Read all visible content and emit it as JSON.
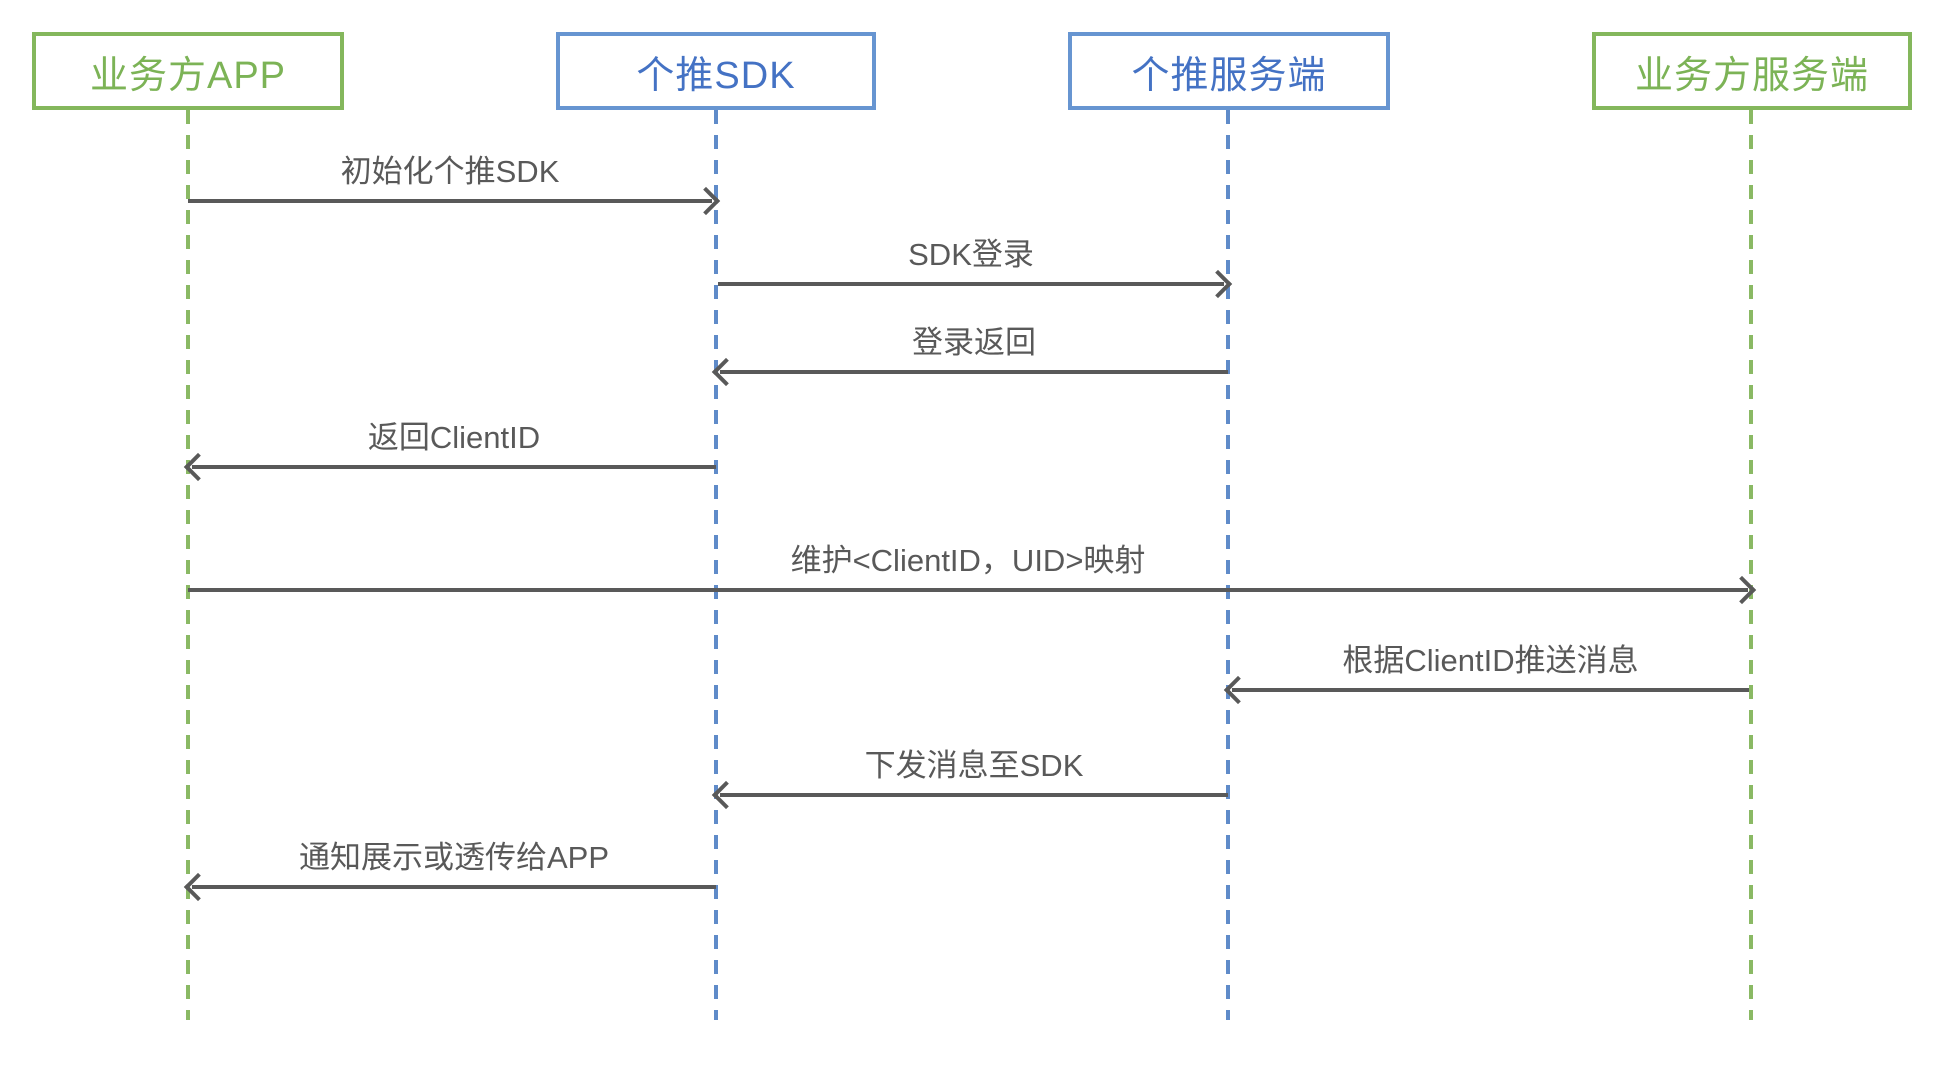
{
  "diagram": {
    "title": "Getui push SDK sequence diagram",
    "participants": [
      {
        "label": "业务方APP",
        "type": "green"
      },
      {
        "label": "个推SDK",
        "type": "blue"
      },
      {
        "label": "个推服务端",
        "type": "blue"
      },
      {
        "label": "业务方服务端",
        "type": "green"
      }
    ],
    "messages": [
      {
        "label": "初始化个推SDK",
        "from": "业务方APP",
        "to": "个推SDK",
        "direction": "right"
      },
      {
        "label": "SDK登录",
        "from": "个推SDK",
        "to": "个推服务端",
        "direction": "right"
      },
      {
        "label": "登录返回",
        "from": "个推服务端",
        "to": "个推SDK",
        "direction": "left"
      },
      {
        "label": "返回ClientID",
        "from": "个推SDK",
        "to": "业务方APP",
        "direction": "left"
      },
      {
        "label": "维护<ClientID，UID>映射",
        "from": "业务方APP",
        "to": "业务方服务端",
        "direction": "right"
      },
      {
        "label": "根据ClientID推送消息",
        "from": "业务方服务端",
        "to": "个推服务端",
        "direction": "left"
      },
      {
        "label": "下发消息至SDK",
        "from": "个推服务端",
        "to": "个推SDK",
        "direction": "left"
      },
      {
        "label": "通知展示或透传给APP",
        "from": "个推SDK",
        "to": "业务方APP",
        "direction": "left"
      }
    ],
    "colors": {
      "green_text": "#7cb356",
      "green_border": "#84b75c",
      "blue_text": "#4472c4",
      "blue_border": "#6795d1",
      "arrow": "#595959",
      "background": "#ffffff"
    }
  }
}
